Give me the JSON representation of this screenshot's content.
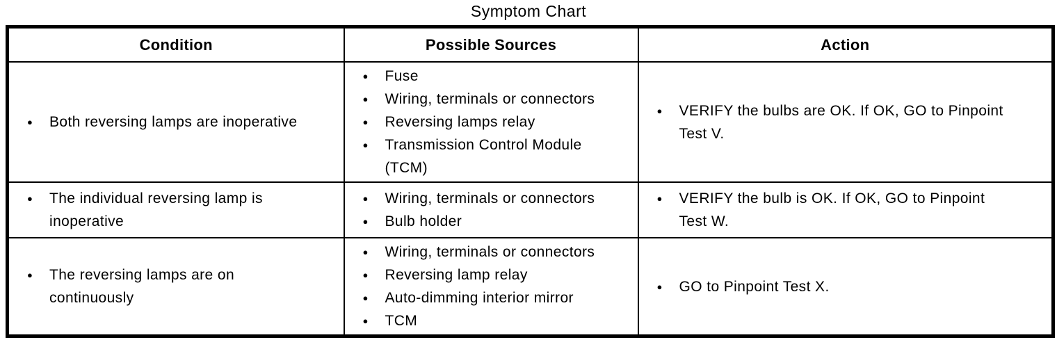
{
  "title": "Symptom Chart",
  "bullet_glyph": "●",
  "colors": {
    "background": "#ffffff",
    "text": "#000000",
    "border": "#000000"
  },
  "table": {
    "headers": [
      "Condition",
      "Possible Sources",
      "Action"
    ],
    "rows": [
      {
        "condition": [
          "Both reversing lamps are inoperative"
        ],
        "sources": [
          "Fuse",
          "Wiring, terminals or connectors",
          "Reversing lamps relay",
          "Transmission Control Module (TCM)"
        ],
        "action": [
          "VERIFY the bulbs are OK. If OK, GO to Pinpoint Test V."
        ]
      },
      {
        "condition": [
          "The individual reversing lamp is inoperative"
        ],
        "sources": [
          "Wiring, terminals or connectors",
          "Bulb holder"
        ],
        "action": [
          "VERIFY the bulb is OK. If OK, GO to Pinpoint Test W."
        ]
      },
      {
        "condition": [
          "The reversing lamps are on continuously"
        ],
        "sources": [
          "Wiring, terminals or connectors",
          "Reversing lamp relay",
          "Auto-dimming interior mirror",
          "TCM"
        ],
        "action": [
          "GO to Pinpoint Test X."
        ]
      }
    ]
  }
}
